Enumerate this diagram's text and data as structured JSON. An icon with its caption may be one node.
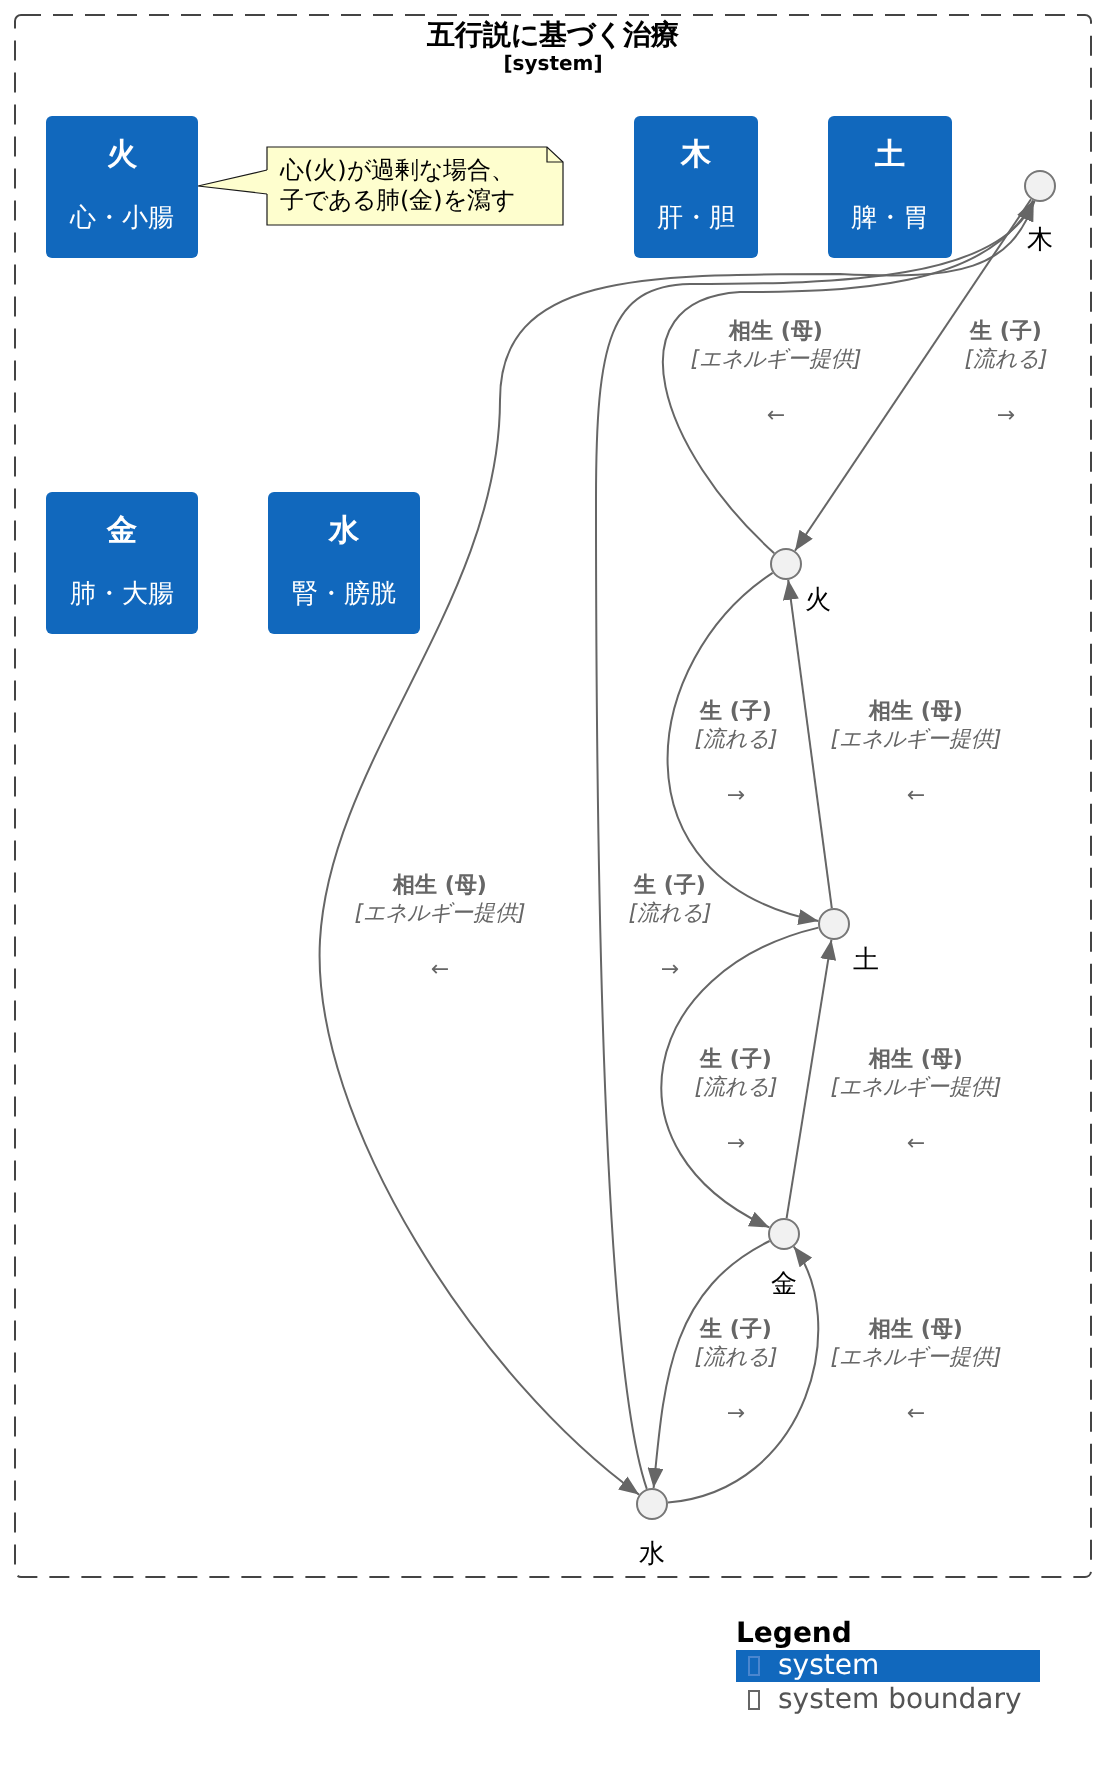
{
  "diagram": {
    "nodes": [
      {
        "text": [
          "五行説に基づく治療",
          "[system]"
        ]
      },
      {
        "text": [
          "火",
          "心・小腸"
        ],
        "in": 0
      },
      {
        "text": [
          "心(火)が過剰な場合、子である肺(金)を瀉す"
        ],
        "in": 0
      },
      {
        "text": [
          "木",
          "肝・胆"
        ],
        "in": 0
      },
      {
        "text": [
          "土",
          "脾・胃"
        ],
        "in": 0
      },
      {
        "text": [
          "金",
          "肺・大腸"
        ],
        "in": 0
      },
      {
        "text": [
          "水",
          "腎・膀胱"
        ],
        "in": 0
      },
      {
        "text": [],
        "shape": "circle",
        "beside": [
          "木"
        ],
        "in": 0
      },
      {
        "text": [],
        "shape": "circle",
        "beside": [
          "火"
        ],
        "in": 0
      },
      {
        "text": [],
        "shape": "circle",
        "beside": [
          "土"
        ],
        "in": 0
      },
      {
        "text": [],
        "shape": "circle",
        "beside": [
          "金"
        ],
        "in": 0
      },
      {
        "text": [],
        "shape": "circle",
        "beside": [
          "水"
        ],
        "in": 0
      }
    ],
    "edges": [
      {
        "from": 7,
        "to": 8,
        "arrow": "to",
        "label": "**生 (子)** *[流れる]* →"
      },
      {
        "from": 8,
        "to": 7,
        "arrow": "to",
        "label": "**相生 (母)** *[エネルギー提供]* ←"
      },
      {
        "from": 8,
        "to": 9,
        "arrow": "to",
        "label": "**生 (子)** *[流れる]* →"
      },
      {
        "from": 9,
        "to": 8,
        "arrow": "to",
        "label": "**相生 (母)** *[エネルギー提供]* ←"
      },
      {
        "from": 9,
        "to": 10,
        "arrow": "to",
        "label": "**生 (子)** *[流れる]* →"
      },
      {
        "from": 10,
        "to": 9,
        "arrow": "to",
        "label": "**相生 (母)** *[エネルギー提供]* ←"
      },
      {
        "from": 10,
        "to": 11,
        "arrow": "to",
        "label": "**生 (子)** *[流れる]* →"
      },
      {
        "from": 11,
        "to": 10,
        "arrow": "to",
        "label": "**相生 (母)** *[エネルギー提供]* ←"
      },
      {
        "from": 11,
        "to": 7,
        "arrow": "to",
        "label": "**生 (子)** *[流れる]* →"
      },
      {
        "from": 7,
        "to": 11,
        "arrow": "to",
        "label": "**相生 (母)** *[エネルギー提供]* ←"
      },
      {
        "from": 2,
        "to": 1,
        "arrow": "none"
      }
    ],
    "labels": [
      "Legend"
    ],
    "legend": [
      {
        "text": "system",
        "color": "#1168bd"
      },
      {
        "text": "system boundary"
      }
    ]
  }
}
